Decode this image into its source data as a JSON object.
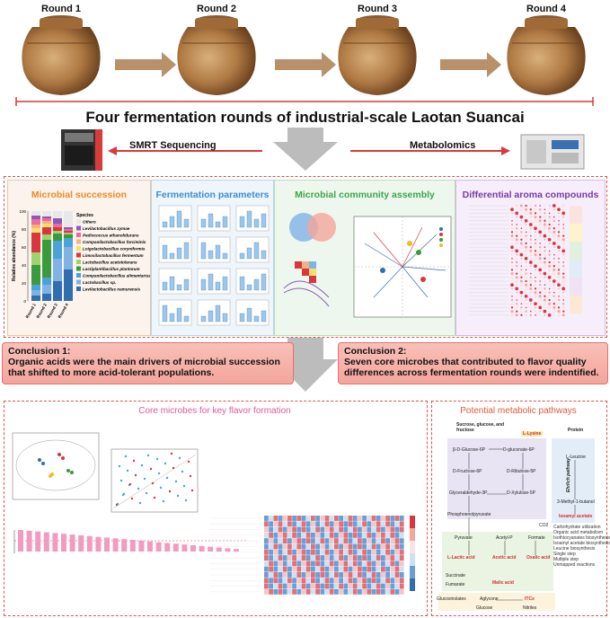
{
  "rounds": [
    "Round 1",
    "Round 2",
    "Round 3",
    "Round 4"
  ],
  "main_title": "Four fermentation rounds of industrial-scale Laotan Suancai",
  "methods": {
    "left": "SMRT Sequencing",
    "right": "Metabolomics"
  },
  "panels": {
    "microbial_succession": "Microbial succession",
    "fermentation_parameters": "Fermentation parameters",
    "community_assembly": "Microbial community assembly",
    "aroma_compounds": "Differential aroma compounds"
  },
  "succession_chart": {
    "ylabel": "Relative abundance (%)",
    "legend_title": "Species",
    "species": [
      "Others",
      "Levilactobacillus zymae",
      "Pediococcus ethanolidurans",
      "Companilactobacillus farciminis",
      "Loigolactobacillus coryniformis",
      "Limosilactobacillus fermentum",
      "Lactobacillus acetotolerans",
      "Lactiplantibacillus plantarum",
      "Companilactobacillus alimentarius",
      "Lactobacillus sp.",
      "Levilactobacillus namurensis"
    ],
    "colors": [
      "#e8e8e8",
      "#8d59b8",
      "#f06a9c",
      "#f4b183",
      "#f7e06a",
      "#d9363e",
      "#9fd46a",
      "#3a9a3e",
      "#4aa3d8",
      "#7fb2e5",
      "#2f6fb0"
    ],
    "yticks": [
      "100",
      "80",
      "60",
      "40",
      "20",
      "0"
    ],
    "categories": [
      "Round 1",
      "Round 2",
      "Round 3",
      "Round 4"
    ]
  },
  "conclusions": {
    "c1_title": "Conclusion 1:",
    "c1_line1": "Organic acids were the main drivers of microbial succession",
    "c1_line2": "that shifted to more acid-tolerant populations.",
    "c2_title": "Conclusion 2:",
    "c2_line1": "Seven core microbes that contributed to flavor quality",
    "c2_line2": "differences across fermentation rounds were indentified."
  },
  "bottom": {
    "core_microbes": "Core microbes for key flavor formation",
    "metabolic_pathways": "Potential metabolic pathways"
  },
  "pathway": {
    "sugars": "Sucrose, glucose, and fructose",
    "protein": "Protein",
    "lleucine_top": "L-Lysine",
    "nodes": {
      "bglucose": "β-D-Glucose-6P",
      "dgluconate": "D-gluconate-6P",
      "dfructose": "D-Fructose-6P",
      "dribulose": "D-Ribulose-5P",
      "glyceraldehyde": "Glyceraldehyde-3P",
      "dxylulose": "D-Xylulose-5P",
      "phosphoenol": "Phosphoenolpyruvate",
      "co2": "CO2",
      "pyruvate": "Pyruvate",
      "acetylp": "Acetyl-P",
      "formate": "Formate",
      "lactic": "L-Lactic acid",
      "acetic": "Acetic acid",
      "oxalic": "Oxalic acid",
      "succinate": "Succinate",
      "fumarate": "Fumarate",
      "malic": "Malic acid",
      "glucosinolates": "Glucosinolates",
      "aglycone": "Aglycone",
      "glucose": "Glucose",
      "itcs": "ITCs",
      "nitriles": "Nitriles",
      "leucine": "L-Leucine",
      "methylbutanol": "3-Methyl-1-butanol",
      "isoamyl": "Isoamyl acetate",
      "ehrlich": "Ehrlich pathway"
    },
    "legend": [
      "Carbohydrate utilization",
      "Organic acid metabolism",
      "Isothiocyanates biosynthesis",
      "Isoamyl acetate biosynthesis",
      "Leucine biosynthesis",
      "Single step",
      "Multiple step",
      "Unmapped reactions"
    ]
  },
  "colors": {
    "accent_red": "#d93a3a",
    "title_orange": "#f08a24",
    "title_blue": "#3a8fd0",
    "title_green": "#3aa845",
    "title_purple": "#7a3aa8",
    "conclusion_fill": "#f5a99f"
  }
}
